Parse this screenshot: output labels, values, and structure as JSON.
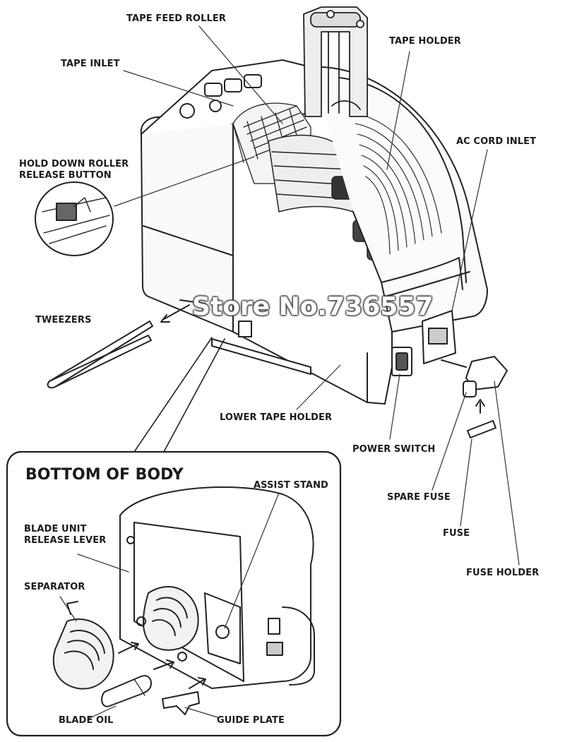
{
  "diagram": {
    "labels": {
      "tape_feed_roller": "TAPE FEED ROLLER",
      "tape_inlet": "TAPE INLET",
      "tape_holder": "TAPE HOLDER",
      "ac_cord_inlet": "AC CORD INLET",
      "hold_down_roller_release_button": "HOLD DOWN ROLLER\nRELEASE BUTTON",
      "tweezers": "TWEEZERS",
      "lower_tape_holder": "LOWER TAPE HOLDER",
      "power_switch": "POWER SWITCH",
      "spare_fuse": "SPARE FUSE",
      "fuse": "FUSE",
      "fuse_holder": "FUSE HOLDER",
      "assist_stand": "ASSIST STAND",
      "blade_unit_release_lever": "BLADE UNIT\nRELEASE LEVER",
      "separator": "SEPARATOR",
      "blade_oil": "BLADE OIL",
      "guide_plate": "GUIDE PLATE"
    },
    "inset_title": "BOTTOM OF BODY",
    "watermark": "Store No.736557"
  }
}
